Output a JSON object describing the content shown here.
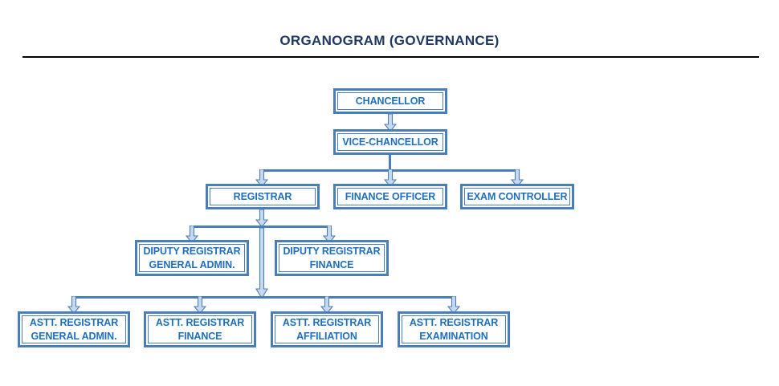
{
  "page": {
    "title": "ORGANOGRAM (GOVERNANCE)"
  },
  "colors": {
    "title_text": "#1F3864",
    "box_border": "#4A7EBB",
    "box_text": "#1F6FC0",
    "arrow_fill": "#C6D9F0",
    "arrow_stroke": "#4A7EBB",
    "rule": "#000000",
    "background": "#FFFFFF"
  },
  "chart_data": {
    "type": "diagram",
    "title": "ORGANOGRAM (GOVERNANCE)",
    "orientation": "top-down",
    "levels": [
      {
        "level": 1,
        "nodes": [
          "CHANCELLOR"
        ]
      },
      {
        "level": 2,
        "nodes": [
          "VICE-CHANCELLOR"
        ]
      },
      {
        "level": 3,
        "nodes": [
          "REGISTRAR",
          "FINANCE OFFICER",
          "EXAM CONTROLLER"
        ]
      },
      {
        "level": 4,
        "nodes": [
          "DIPUTY REGISTRAR GENERAL ADMIN.",
          "DIPUTY REGISTRAR FINANCE"
        ]
      },
      {
        "level": 5,
        "nodes": [
          "ASTT. REGISTRAR GENERAL ADMIN.",
          "ASTT. REGISTRAR FINANCE",
          "ASTT. REGISTRAR AFFILIATION",
          "ASTT. REGISTRAR EXAMINATION"
        ]
      }
    ],
    "edges": [
      {
        "from": "CHANCELLOR",
        "to": "VICE-CHANCELLOR"
      },
      {
        "from": "VICE-CHANCELLOR",
        "to": "REGISTRAR"
      },
      {
        "from": "VICE-CHANCELLOR",
        "to": "FINANCE OFFICER"
      },
      {
        "from": "VICE-CHANCELLOR",
        "to": "EXAM CONTROLLER"
      },
      {
        "from": "REGISTRAR",
        "to": "DIPUTY REGISTRAR GENERAL ADMIN."
      },
      {
        "from": "REGISTRAR",
        "to": "DIPUTY REGISTRAR FINANCE"
      },
      {
        "from": "REGISTRAR",
        "to": "ASTT. REGISTRAR GENERAL ADMIN."
      },
      {
        "from": "REGISTRAR",
        "to": "ASTT. REGISTRAR FINANCE"
      },
      {
        "from": "REGISTRAR",
        "to": "ASTT. REGISTRAR AFFILIATION"
      },
      {
        "from": "REGISTRAR",
        "to": "ASTT. REGISTRAR EXAMINATION"
      }
    ]
  },
  "nodes": {
    "chancellor": {
      "label": "CHANCELLOR"
    },
    "vice_chancellor": {
      "label": "VICE-CHANCELLOR"
    },
    "registrar": {
      "label": "REGISTRAR"
    },
    "finance_officer": {
      "label": "FINANCE OFFICER"
    },
    "exam_controller": {
      "label": "EXAM CONTROLLER"
    },
    "deputy_registrar_general_admin": {
      "label": "DIPUTY REGISTRAR\nGENERAL ADMIN."
    },
    "deputy_registrar_finance": {
      "label": "DIPUTY REGISTRAR\nFINANCE"
    },
    "astt_registrar_general_admin": {
      "label": "ASTT. REGISTRAR\nGENERAL ADMIN."
    },
    "astt_registrar_finance": {
      "label": "ASTT. REGISTRAR\nFINANCE"
    },
    "astt_registrar_affiliation": {
      "label": "ASTT. REGISTRAR\nAFFILIATION"
    },
    "astt_registrar_examination": {
      "label": "ASTT. REGISTRAR\nEXAMINATION"
    }
  }
}
